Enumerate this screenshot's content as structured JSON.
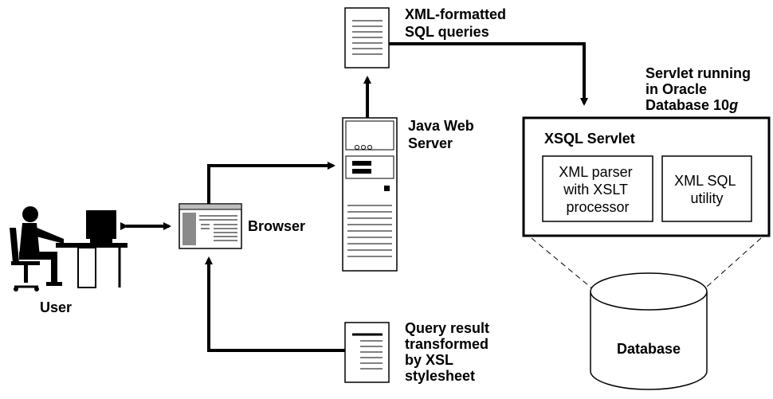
{
  "labels": {
    "xml_queries": [
      "XML-formatted",
      "SQL queries"
    ],
    "servlet_running": [
      "Servlet running",
      "in Oracle",
      "Database 10",
      "g"
    ],
    "java_web_server": [
      "Java Web",
      "Server"
    ],
    "xsql_servlet": "XSQL Servlet",
    "xml_parser": [
      "XML parser",
      "with XSLT",
      "processor"
    ],
    "xml_sql_utility": [
      "XML SQL",
      "utility"
    ],
    "browser": "Browser",
    "user": "User",
    "query_result": [
      "Query result",
      "transformed",
      "by XSL",
      "stylesheet"
    ],
    "database": "Database"
  },
  "icons": {
    "user": "user-at-computer-icon",
    "browser": "browser-window-icon",
    "server": "server-tower-icon",
    "xml_document": "document-icon",
    "result_document": "document-icon",
    "database": "database-cylinder-icon"
  }
}
